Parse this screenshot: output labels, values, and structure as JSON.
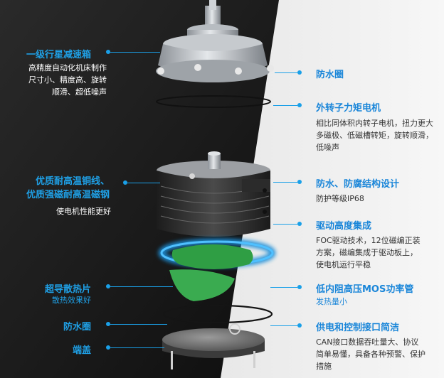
{
  "colors": {
    "accent": "#1aa0e8",
    "dark_bg": "#151515",
    "light_bg": "#f2f2f2",
    "ring_glow": "#1e8fd8",
    "pcb_green": "#2f9e44"
  },
  "left": {
    "gearbox": {
      "title": "一级行星减速箱",
      "desc": [
        "高精度自动化机床制作",
        "尺寸小、精度高、旋转",
        "顺滑、超低噪声"
      ]
    },
    "copper": {
      "title_lines": [
        "优质耐高温铜线、",
        "优质强磁耐高温磁钢"
      ],
      "desc": "使电机性能更好"
    },
    "heatsink": {
      "title": "超导散热片",
      "sub": "散热效果好"
    },
    "seal": {
      "title": "防水圈"
    },
    "cover": {
      "title": "端盖"
    }
  },
  "right": {
    "seal": {
      "title": "防水圈"
    },
    "motor": {
      "title": "外转子力矩电机",
      "desc": [
        "相比同体积内转子电机，扭力更大",
        "多磁极、低磁槽转矩，旋转顺滑，",
        "低噪声"
      ]
    },
    "protection": {
      "title": "防水、防腐结构设计",
      "desc": "防护等级IP68"
    },
    "driver": {
      "title": "驱动高度集成",
      "desc": [
        "FOC驱动技术，12位磁编正装",
        "方案，磁编集成于驱动板上，",
        "使电机运行平稳"
      ]
    },
    "mos": {
      "title": "低内阻高压MOS功率管",
      "sub": "发热量小"
    },
    "interface": {
      "title": "供电和控制接口简洁",
      "desc": [
        "CAN接口数据吞吐量大、协议",
        "简单易懂，具备各种预警、保护",
        "措施"
      ]
    }
  }
}
